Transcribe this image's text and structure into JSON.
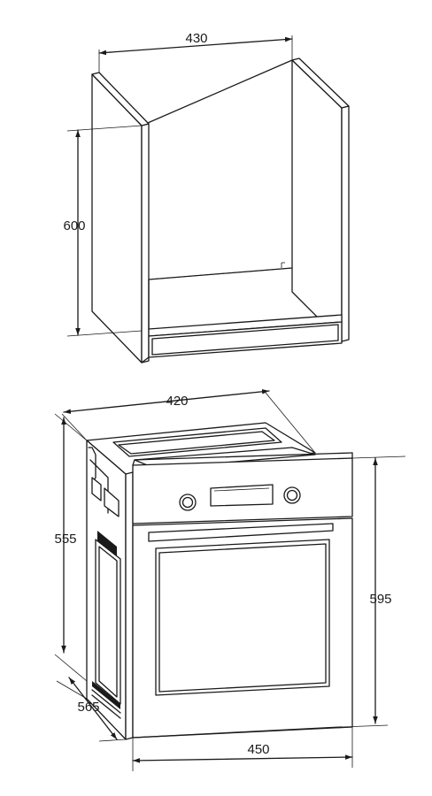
{
  "cabinet": {
    "width_label": "430",
    "height_label": "600"
  },
  "oven": {
    "width_top_label": "420",
    "body_height_label": "555",
    "depth_label": "565",
    "front_height_label": "595",
    "front_width_label": "450"
  },
  "colors": {
    "line": "#1a1a1a",
    "background": "#ffffff"
  }
}
